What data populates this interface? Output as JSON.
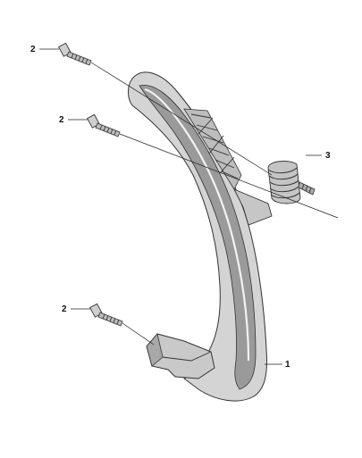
{
  "diagram": {
    "callouts": [
      {
        "id": "c2a",
        "label": "2"
      },
      {
        "id": "c2b",
        "label": "2"
      },
      {
        "id": "c2c",
        "label": "2"
      },
      {
        "id": "c3",
        "label": "3"
      },
      {
        "id": "c1",
        "label": "1"
      }
    ],
    "colors": {
      "part_fill": "#d4d4d4",
      "part_shadow": "#9a9a9a",
      "part_highlight": "#f2f2f2",
      "outline": "#333333"
    }
  }
}
